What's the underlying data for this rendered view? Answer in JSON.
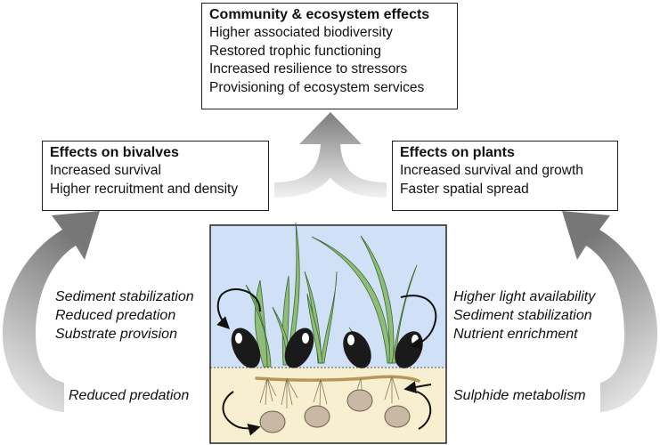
{
  "top_box": {
    "title": "Community & ecosystem effects",
    "lines": [
      "Higher associated biodiversity",
      "Restored trophic functioning",
      "Increased resilience to stressors",
      "Provisioning of ecosystem services"
    ]
  },
  "bivalve_box": {
    "title": "Effects on bivalves",
    "lines": [
      "Increased survival",
      "Higher recruitment and density"
    ]
  },
  "plant_box": {
    "title": "Effects on plants",
    "lines": [
      "Increased survival and growth",
      "Faster spatial spread"
    ]
  },
  "left_mechanisms": [
    "Sediment stabilization",
    "Reduced predation",
    "Substrate provision"
  ],
  "right_mechanisms": [
    "Higher light availability",
    "Sediment stabilization",
    "Nutrient enrichment"
  ],
  "left_bottom": "Reduced predation",
  "right_bottom": "Sulphide metabolism",
  "colors": {
    "water": "#cfe0f7",
    "sediment": "#f7efcf",
    "seagrass": "#8fbc7a",
    "mussel": "#1a1a1a",
    "clam": "#c8b8a4",
    "arrow_gray": "#8a8a8a"
  }
}
